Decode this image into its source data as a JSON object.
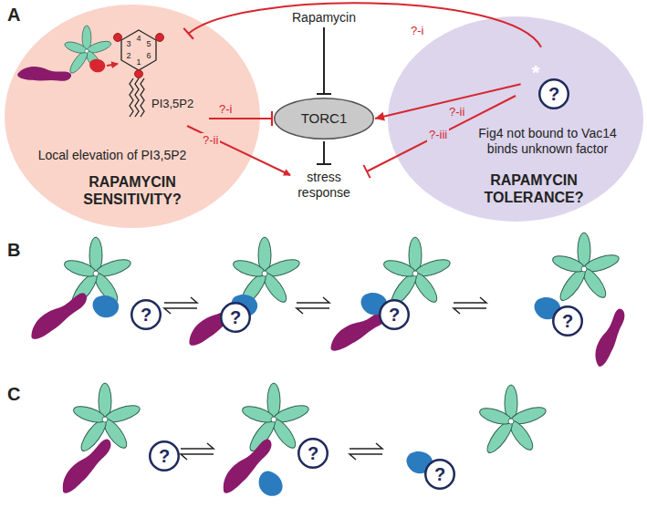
{
  "diagram": {
    "nodes": [
      {
        "text": [
          "Local elevation of PI3,5P2",
          "RAPAMYCIN SENSITIVITY?"
        ]
      },
      {
        "text": [
          "TORC1"
        ]
      },
      {
        "text": [
          "Fig4 not bound to Vac14 binds unknown factor",
          "RAPAMYCIN TOLERANCE?"
        ]
      },
      {
        "text": [
          "?"
        ],
        "in": 2
      },
      {
        "text": [
          "?"
        ]
      },
      {
        "text": [
          "?"
        ]
      },
      {
        "text": [
          "?"
        ]
      },
      {
        "text": [
          "?"
        ]
      },
      {
        "text": [
          "?"
        ]
      },
      {
        "text": [
          "?"
        ]
      },
      {
        "text": [
          "?"
        ]
      }
    ],
    "edges": [
      {
        "from": 0,
        "to": 1,
        "label": "?-i",
        "arrow": "to"
      },
      {
        "from": 2,
        "to": 1,
        "label": "?-ii",
        "arrow": "to"
      },
      {
        "from": 2,
        "to": 0,
        "label": "?-i",
        "arrow": "to"
      }
    ],
    "labels": [
      "A",
      "Rapamycin",
      "stress response",
      "PI3,5P2",
      "1",
      "2",
      "3",
      "4",
      "5",
      "6",
      "?-ii",
      "?-iii",
      "*",
      "B",
      "C"
    ]
  }
}
